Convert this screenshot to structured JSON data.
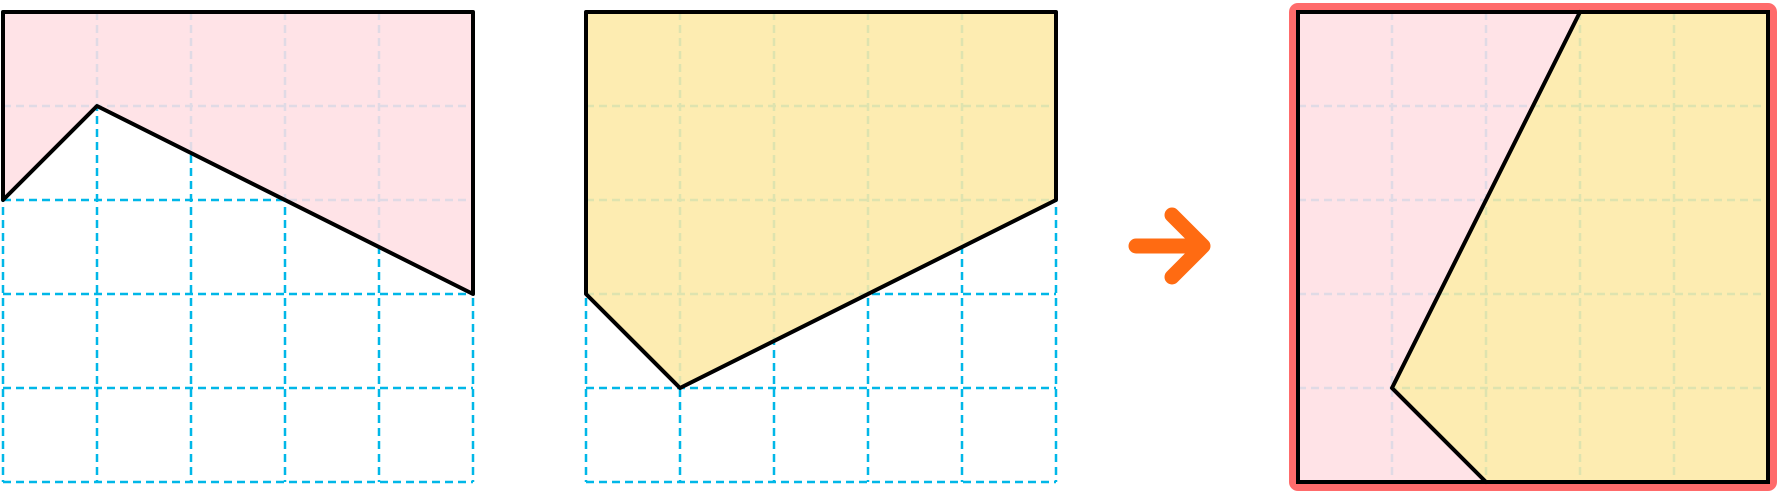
{
  "colors": {
    "grid_line": "#00b7e8",
    "piece_a_fill": "#ffdfe4",
    "piece_b_fill": "#fde9a6",
    "outline": "#000000",
    "arrow": "#ff6b12",
    "result_frame": "#ff6b6b"
  },
  "grid": {
    "cols": 5,
    "rows": 5
  },
  "pieces": [
    {
      "name": "piece-a",
      "fill_key": "piece_a_fill",
      "vertices": [
        [
          0,
          0
        ],
        [
          5,
          0
        ],
        [
          5,
          3
        ],
        [
          1,
          1
        ],
        [
          0,
          2
        ]
      ]
    },
    {
      "name": "piece-b",
      "fill_key": "piece_b_fill",
      "vertices": [
        [
          0,
          0
        ],
        [
          5,
          0
        ],
        [
          5,
          2
        ],
        [
          1,
          4
        ],
        [
          0,
          3
        ]
      ]
    }
  ],
  "result": {
    "left_region": {
      "fill_key": "piece_a_fill",
      "vertices": [
        [
          0,
          0
        ],
        [
          3,
          0
        ],
        [
          1,
          4
        ],
        [
          2,
          5
        ],
        [
          0,
          5
        ]
      ]
    },
    "right_region": {
      "fill_key": "piece_b_fill",
      "vertices": [
        [
          3,
          0
        ],
        [
          5,
          0
        ],
        [
          5,
          5
        ],
        [
          2,
          5
        ],
        [
          1,
          4
        ]
      ]
    },
    "seam": [
      [
        3,
        0
      ],
      [
        1,
        4
      ],
      [
        2,
        5
      ]
    ]
  },
  "icons": {
    "arrow": "right-arrow-icon"
  }
}
